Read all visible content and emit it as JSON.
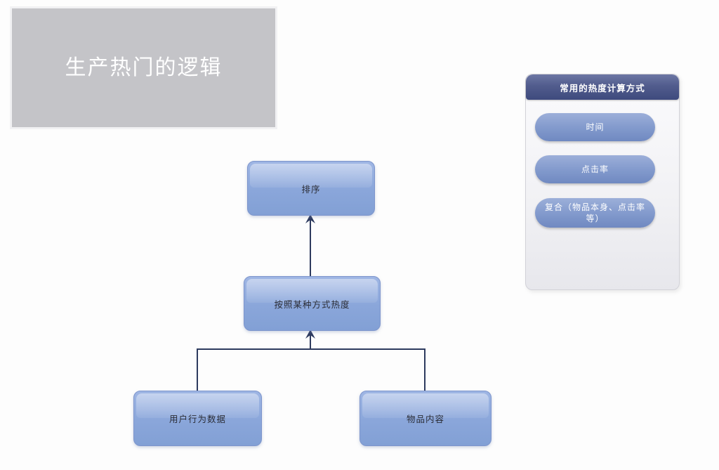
{
  "title_block": {
    "text": "生产热门的逻辑"
  },
  "flowchart": {
    "nodes": [
      {
        "id": "sort",
        "label": "排序"
      },
      {
        "id": "heat",
        "label": "按照某种方式热度"
      },
      {
        "id": "user-behavior",
        "label": "用户行为数据"
      },
      {
        "id": "item-content",
        "label": "物品内容"
      }
    ],
    "edges": [
      {
        "from": "heat",
        "to": "sort",
        "arrow": true
      },
      {
        "from": "user-behavior",
        "to": "heat",
        "arrow": true
      },
      {
        "from": "item-content",
        "to": "heat",
        "arrow": true
      }
    ]
  },
  "panel": {
    "title": "常用的热度计算方式",
    "items": [
      "时间",
      "点击率",
      "复合（物品本身、点击率等）"
    ]
  },
  "colors": {
    "title_block_bg": "#c4c4c8",
    "title_text": "#ffffff",
    "node_fill_top": "#9fb6e4",
    "node_fill_bottom": "#82a0d5",
    "node_border": "#7d95cc",
    "node_text": "#2b2d36",
    "panel_header_bg": "#3e4a7d",
    "panel_body_bg": "#eeeef2",
    "pill_fill_top": "#9cafd9",
    "pill_fill_bottom": "#7089c1",
    "connector": "#2d3a5e",
    "page_bg": "#fdfdfd"
  }
}
